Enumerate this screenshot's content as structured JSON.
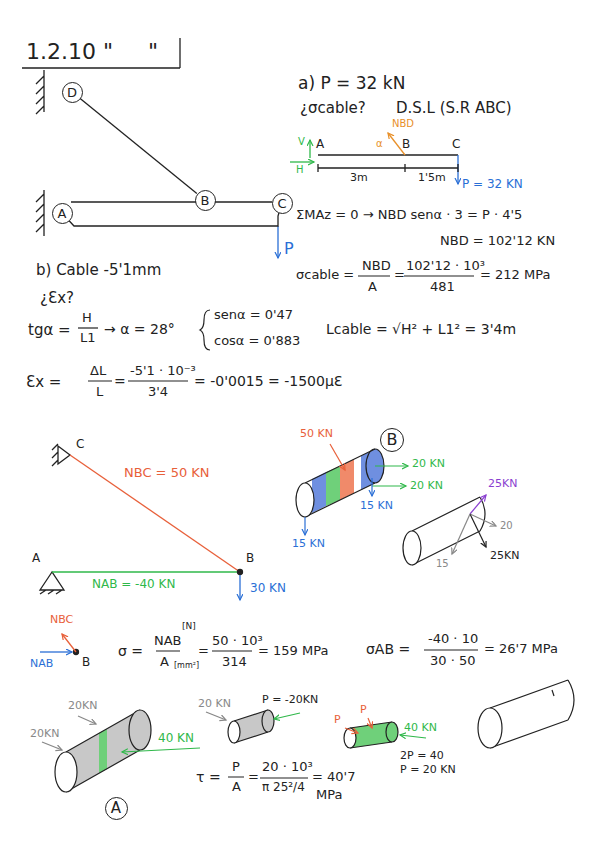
{
  "diagram": {
    "title": "1.2.10 \"     \"",
    "nodes": [
      {
        "text": [
          "D"
        ]
      },
      {
        "text": [
          "A"
        ]
      },
      {
        "text": [
          "B"
        ]
      },
      {
        "text": [
          "C"
        ]
      },
      {
        "text": [
          "B"
        ]
      },
      {
        "text": [
          "A"
        ]
      }
    ],
    "edges": [
      {
        "from": 0,
        "to": 2,
        "arrow": "none"
      },
      {
        "from": 1,
        "to": 3,
        "arrow": "none"
      }
    ],
    "labels": [
      "P",
      "a) P = 32 kN",
      "¿σcable?",
      "D.S.L (S.R ABC)",
      "V",
      "H",
      "A",
      "NBD",
      "α",
      "B",
      "C",
      "3m",
      "1'5m",
      "P = 32 KN",
      "ΣMAz = 0 → NBD senα · 3 = P · 4'5",
      "NBD = 102'12 KN",
      "σcable =",
      "NBD",
      "A",
      "=",
      "102'12 · 10³",
      "481",
      "= 212 MPa",
      "b) Cable -5'1mm",
      "¿Ɛx?",
      "tgα =",
      "H",
      "L1",
      "→ α = 28°",
      "senα = 0'47",
      "cosα = 0'883",
      "Lcable = √H² + L1² = 3'4m",
      "Ɛx =",
      "ΔL",
      "L",
      "=",
      "-5'1 · 10⁻³",
      "3'4",
      "= -0'0015 = -1500μƐ",
      "C",
      "NBC = 50 KN",
      "A",
      "B",
      "NAB = -40 KN",
      "30 KN",
      "50 KN",
      "20 KN",
      "20 KN",
      "15 KN",
      "15 KN",
      "25KN",
      "20",
      "25KN",
      "15",
      "NBC",
      "NAB",
      "B",
      "σ =",
      "[N]",
      "NAB",
      "A",
      "[mm²]",
      "=",
      "50 · 10³",
      "314",
      "= 159 MPa",
      "σAB =",
      "-40 · 10",
      "30 · 50",
      "= 26'7 MPa",
      "20KN",
      "20KN",
      "40 KN",
      "20 KN",
      "P = -20KN",
      "P",
      "P",
      "40 KN",
      "2P = 40",
      "P = 20 KN",
      "τ =",
      "P",
      "A",
      "=",
      "20 · 10³",
      "π 25²/4",
      "= 40'7",
      "MPa"
    ]
  }
}
